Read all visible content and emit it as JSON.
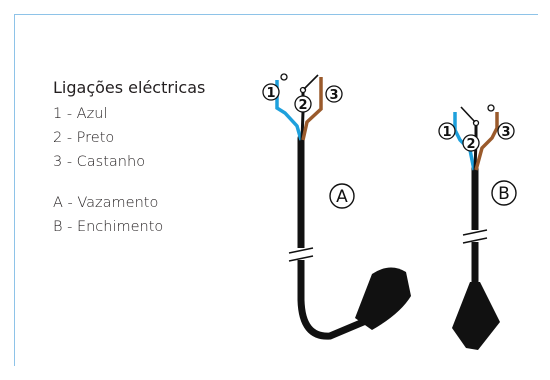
{
  "legend": {
    "title": "Ligações eléctricas",
    "wires": [
      "1 - Azul",
      "2 - Preto",
      "3 - Castanho"
    ],
    "cables": [
      "A - Vazamento",
      "B - Enchimento"
    ]
  },
  "diagram": {
    "wire_numbers": [
      "1",
      "2",
      "3"
    ],
    "cable_a_label": "A",
    "cable_b_label": "B",
    "colors": {
      "blue": "#1ea0dc",
      "black": "#111111",
      "brown": "#9a5a2b",
      "frame": "#8ec3e8"
    }
  }
}
